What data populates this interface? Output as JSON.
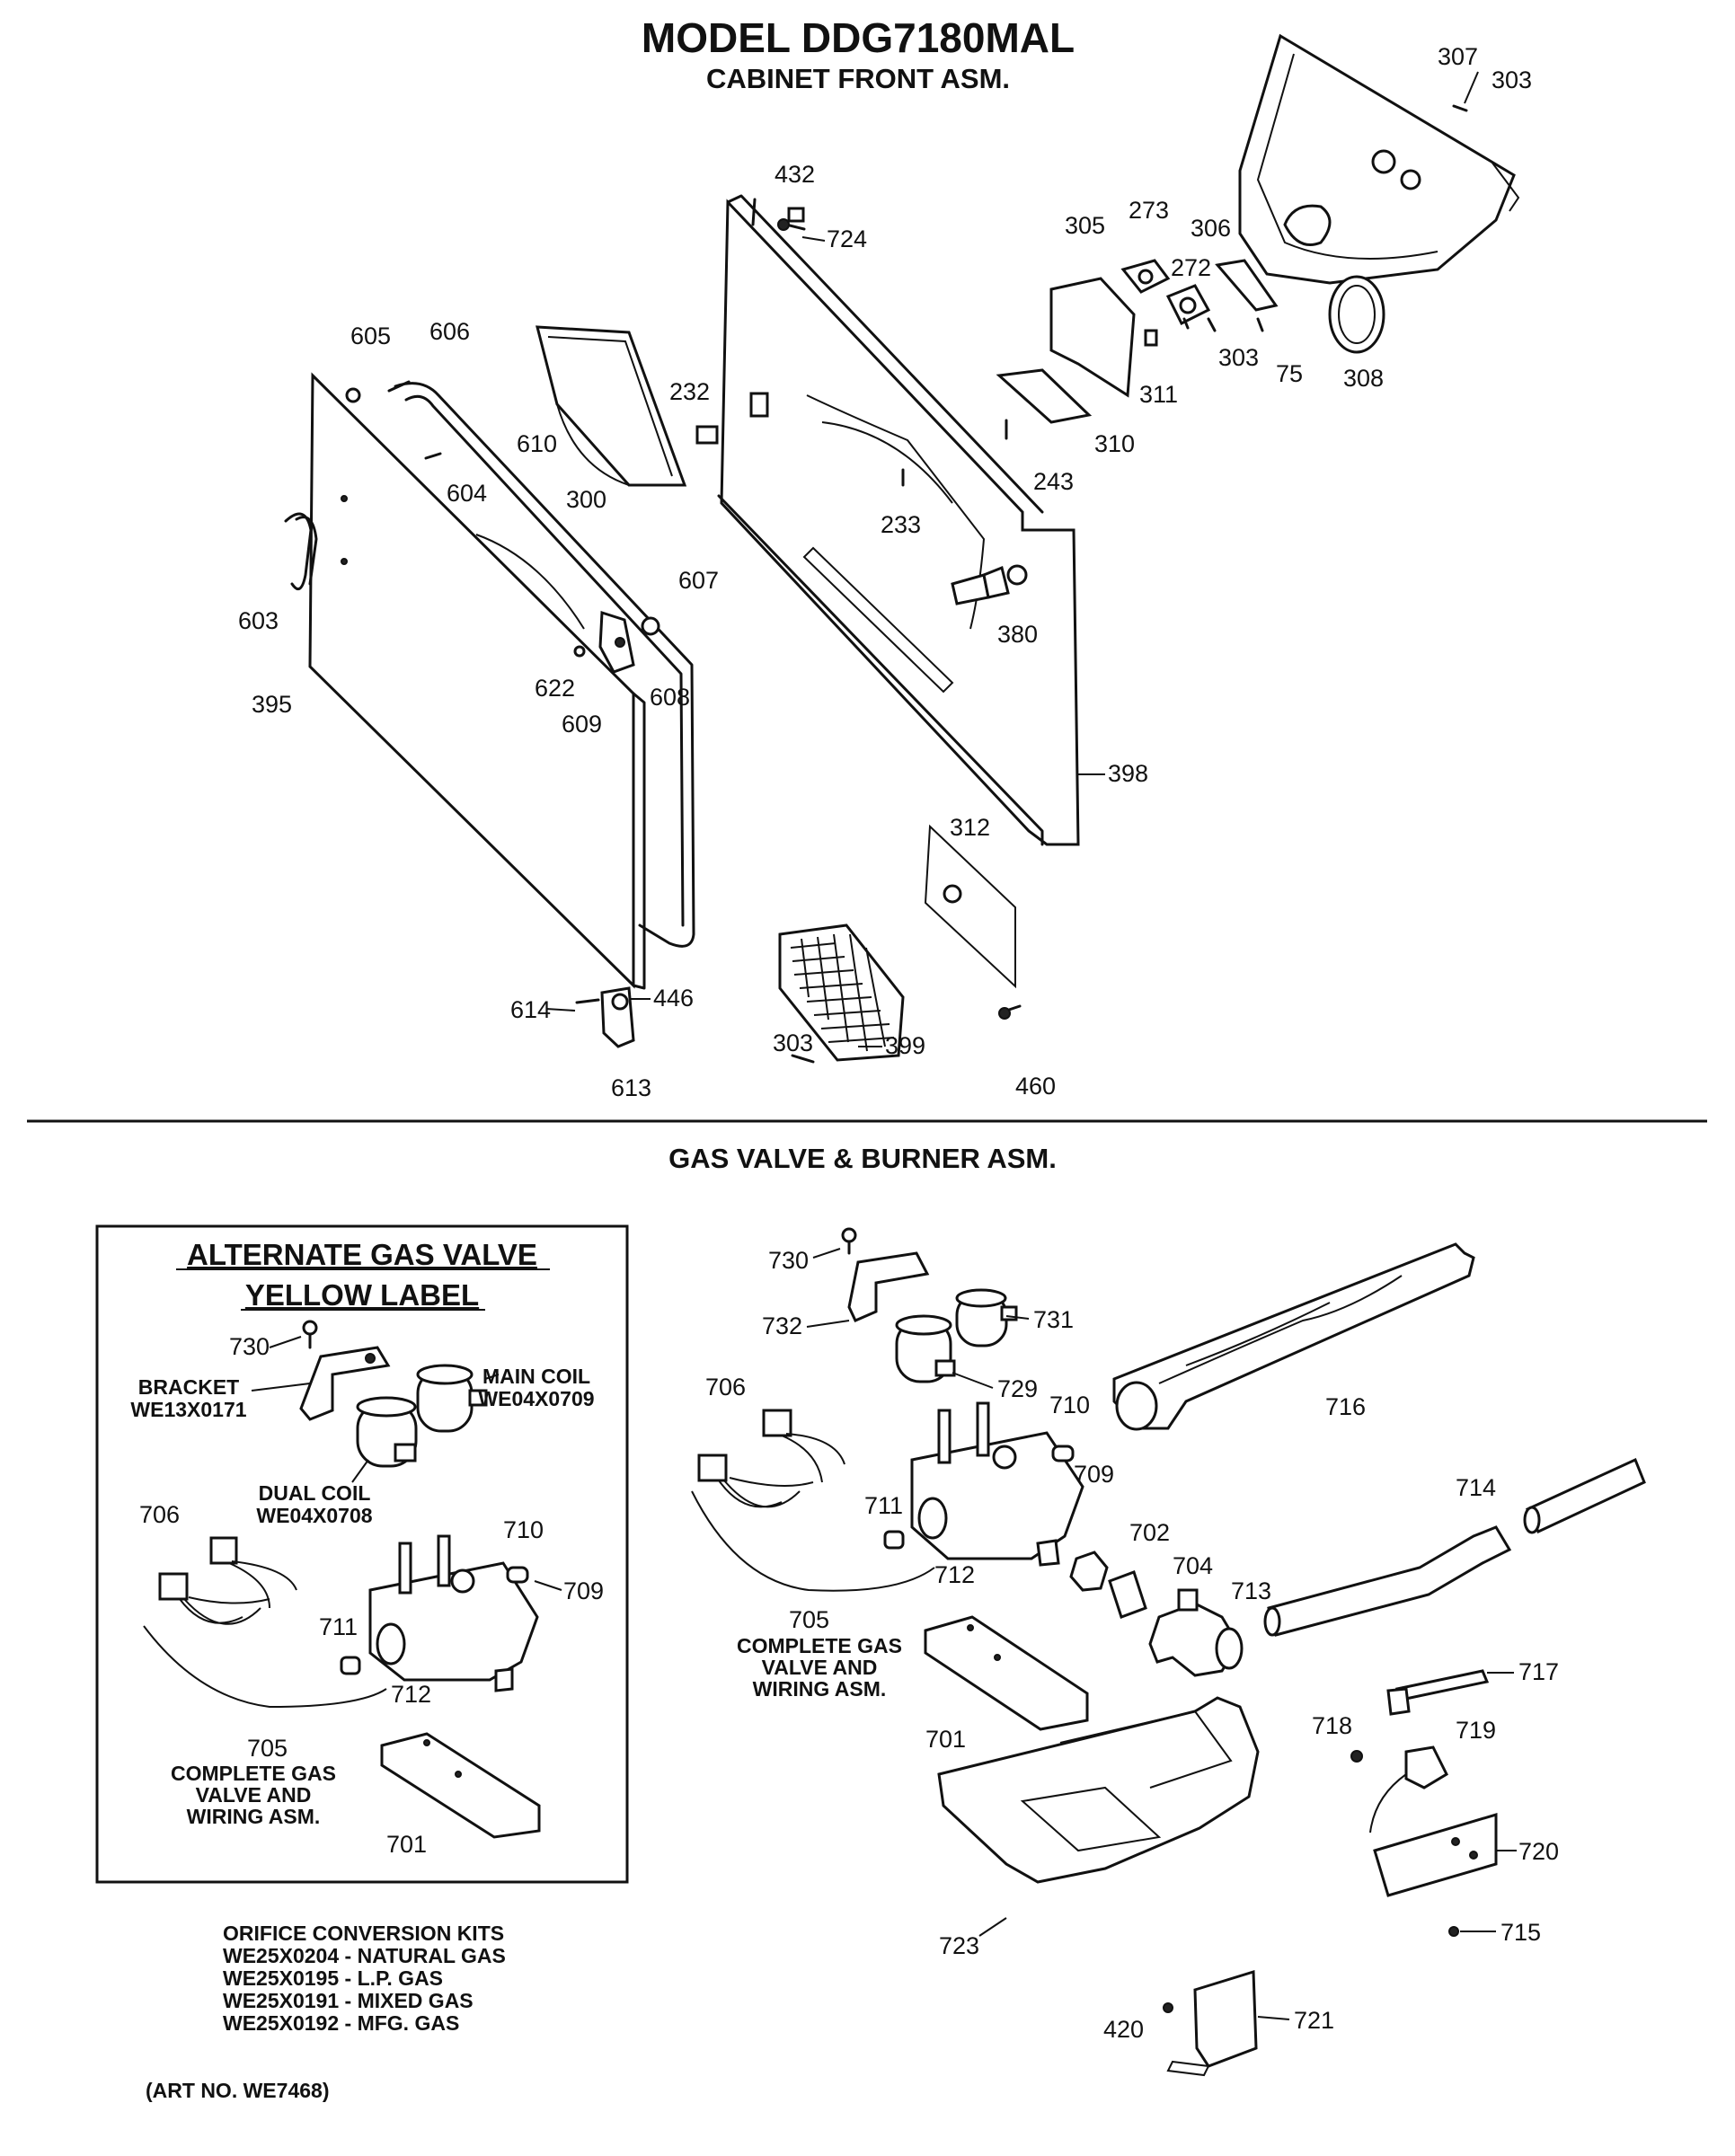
{
  "header": {
    "title": "MODEL DDG7180MAL",
    "subtitle": "CABINET FRONT ASM."
  },
  "section2": {
    "title": "GAS VALVE & BURNER ASM."
  },
  "inset": {
    "title_line1": "ALTERNATE GAS VALVE",
    "title_line2": "YELLOW LABEL",
    "bracket_name": "BRACKET",
    "bracket_part": "WE13X0171",
    "main_coil_name": "MAIN COIL",
    "main_coil_part": "WE04X0709",
    "dual_coil_name": "DUAL COIL",
    "dual_coil_part": "WE04X0708",
    "complete_1": "COMPLETE GAS",
    "complete_2": "VALVE AND",
    "complete_3": "WIRING ASM.",
    "callouts": [
      "730",
      "706",
      "710",
      "709",
      "711",
      "712",
      "705",
      "701"
    ]
  },
  "main_valve": {
    "complete_1": "COMPLETE GAS",
    "complete_2": "VALVE AND",
    "complete_3": "WIRING ASM."
  },
  "orifice": {
    "heading": "ORIFICE CONVERSION KITS",
    "kits": [
      "WE25X0204 - NATURAL GAS",
      "WE25X0195 - L.P. GAS",
      "WE25X0191 - MIXED GAS",
      "WE25X0192 - MFG. GAS"
    ]
  },
  "art_no": "(ART NO. WE7468)",
  "cabinet_callouts": [
    "307",
    "303",
    "432",
    "724",
    "305",
    "273",
    "306",
    "272",
    "605",
    "606",
    "232",
    "303",
    "75",
    "308",
    "311",
    "610",
    "604",
    "300",
    "310",
    "243",
    "233",
    "603",
    "607",
    "380",
    "622",
    "608",
    "395",
    "609",
    "398",
    "312",
    "614",
    "446",
    "303",
    "399",
    "613",
    "460"
  ],
  "burner_callouts": [
    "730",
    "732",
    "731",
    "729",
    "706",
    "710",
    "716",
    "709",
    "711",
    "714",
    "702",
    "712",
    "704",
    "713",
    "705",
    "717",
    "701",
    "718",
    "719",
    "720",
    "723",
    "715",
    "721",
    "420"
  ]
}
